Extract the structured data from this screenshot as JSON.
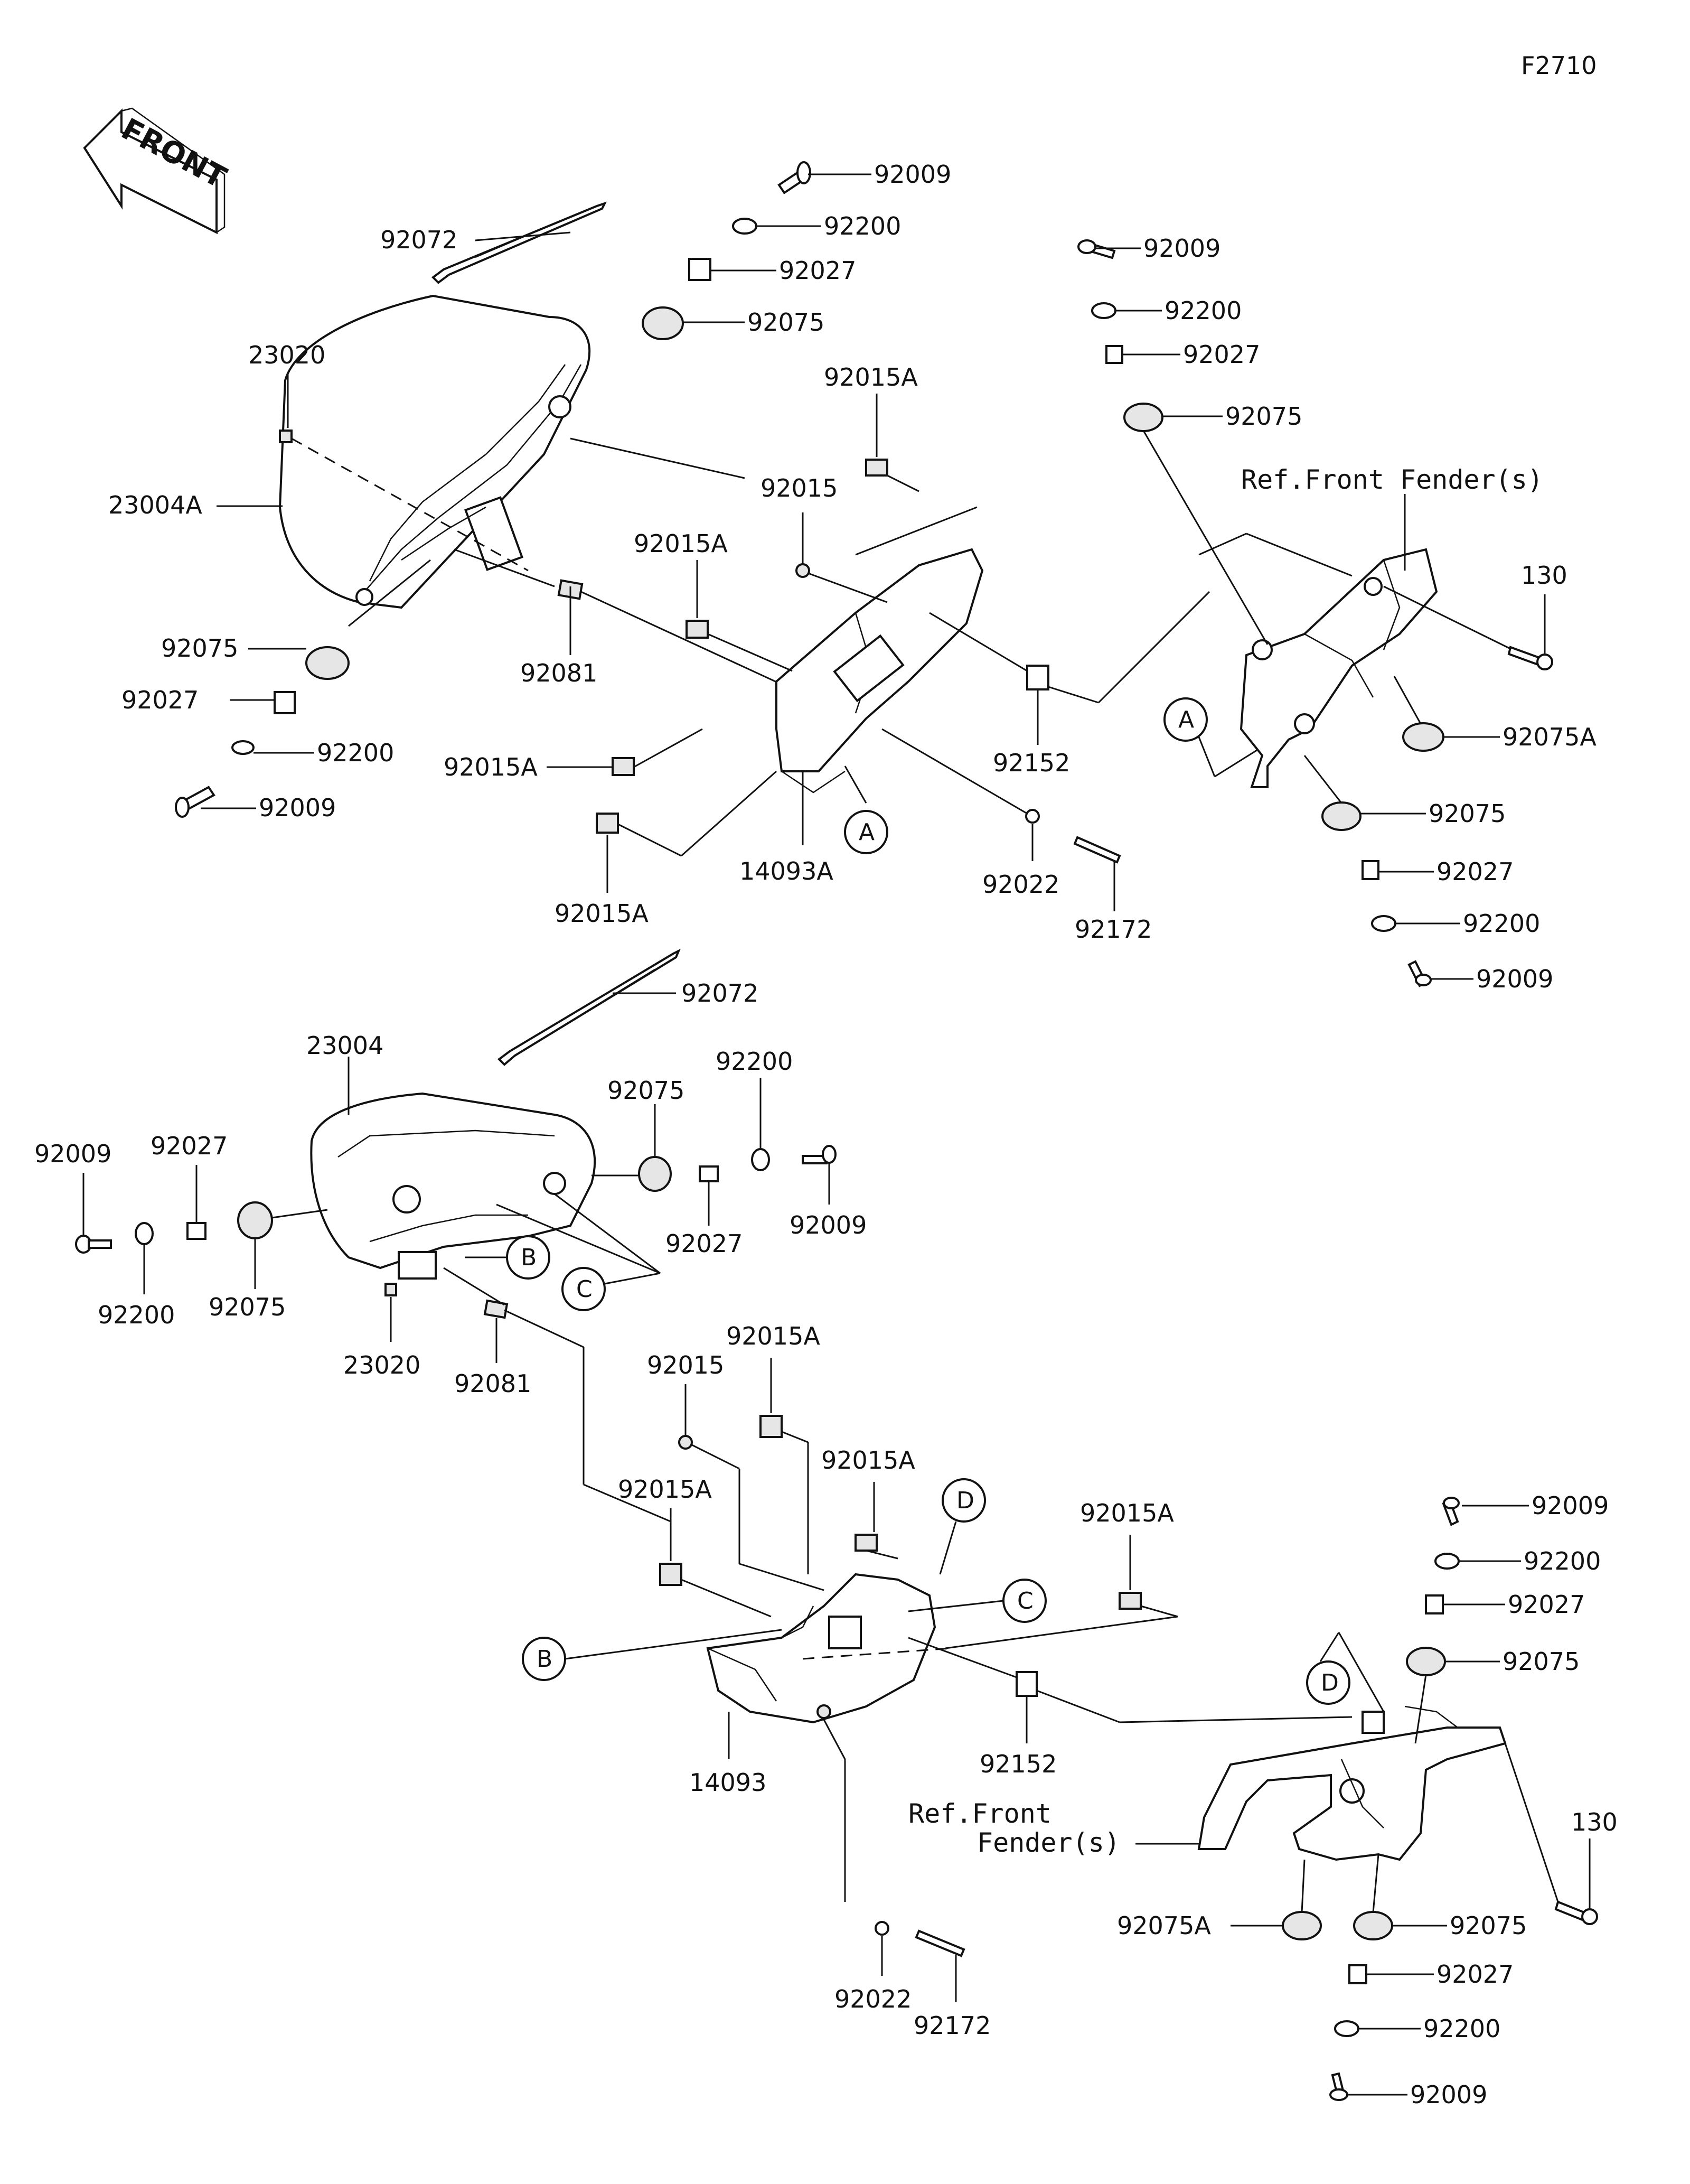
{
  "figure_code": "F2710",
  "front_label": "FRONT",
  "circle_labels": {
    "a": "A",
    "b": "B",
    "c": "C",
    "d": "D"
  },
  "upper": {
    "right_top": [
      "92009",
      "92200",
      "92027",
      "92075"
    ],
    "left_stack": [
      "92075",
      "92027",
      "92200",
      "92009"
    ],
    "right_bottom": [
      "92075",
      "92027",
      "92200",
      "92009"
    ],
    "p23020": "23020",
    "p23004A": "23004A",
    "p92072": "92072",
    "p92015": "92015",
    "p92015A_1": "92015A",
    "p92015A_2": "92015A",
    "p92015A_3": "92015A",
    "p92015A_4": "92015A",
    "p92081": "92081",
    "p14093A": "14093A",
    "p92152": "92152",
    "p92022": "92022",
    "p92172": "92172",
    "p130": "130",
    "p92075A": "92075A",
    "ref_front_fender": "Ref.Front Fender(s)"
  },
  "lower": {
    "p92072": "92072",
    "p23004": "23004",
    "left_92009": "92009",
    "left_92027": "92027",
    "left_92200": "92200",
    "left_92075": "92075",
    "right_92075": "92075",
    "right_92200": "92200",
    "right_92027": "92027",
    "right_92009": "92009",
    "p23020": "23020",
    "p92081": "92081",
    "p92015": "92015",
    "p92015A_1": "92015A",
    "p92015A_2": "92015A",
    "p92015A_3": "92015A",
    "p92015A_4": "92015A",
    "p14093": "14093",
    "p92152": "92152",
    "p92022": "92022",
    "p92172": "92172",
    "ref_front_line1": "Ref.Front",
    "ref_front_line2": "Fender(s)",
    "right_top": [
      "92009",
      "92200",
      "92027",
      "92075"
    ],
    "p130": "130",
    "p92075A": "92075A",
    "right_bottom": [
      "92075",
      "92027",
      "92200",
      "92009"
    ]
  }
}
